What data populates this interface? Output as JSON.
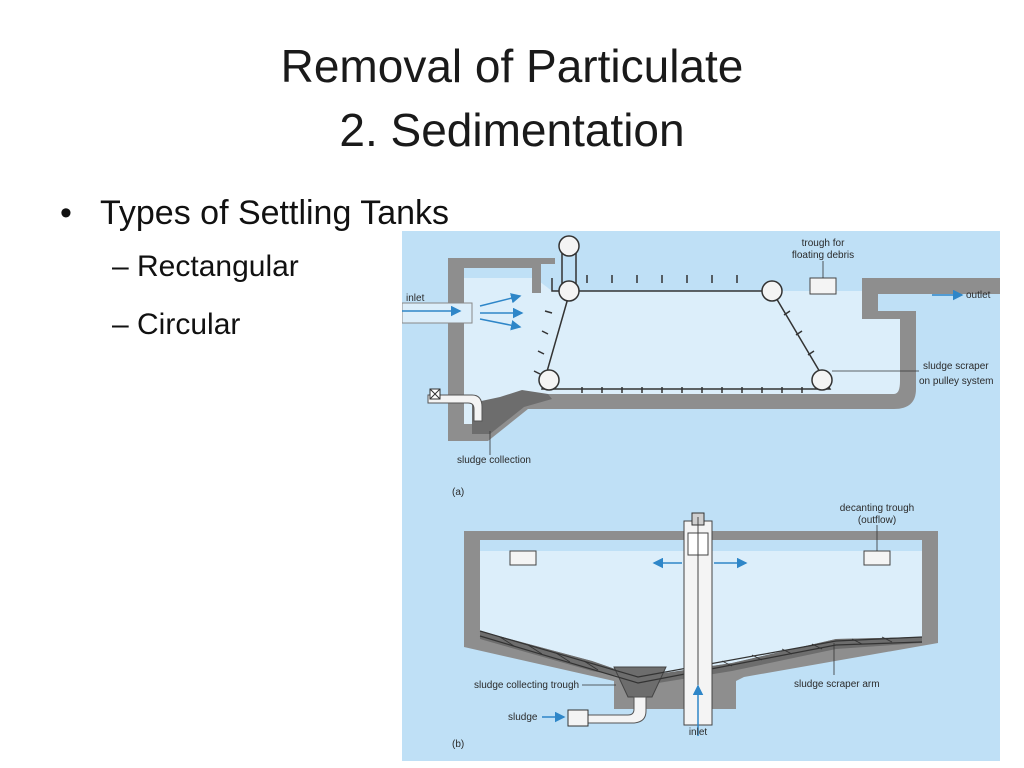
{
  "slide": {
    "title_line1": "Removal of Particulate",
    "title_line2": "2. Sedimentation",
    "bullet_main": "Types of Settling Tanks",
    "bullet_dot": "•",
    "sub1": "– Rectangular",
    "sub2": "–  Circular"
  },
  "figure": {
    "a": {
      "panel_label": "(a)",
      "trough_label_1": "trough for",
      "trough_label_2": "floating debris",
      "inlet_label": "inlet",
      "outlet_label": "outlet",
      "scraper_label_1": "sludge scraper",
      "scraper_label_2": "on pulley system",
      "sludge_collection_label": "sludge collection"
    },
    "b": {
      "panel_label": "(b)",
      "decanting_label_1": "decanting trough",
      "decanting_label_2": "(outflow)",
      "sludge_trough_label": "sludge collecting trough",
      "scraper_arm_label": "sludge scraper arm",
      "sludge_label": "sludge",
      "inlet_label": "inlet"
    },
    "colors": {
      "background": "#bfe0f6",
      "water": "#dceefa",
      "wall": "#8e8e8e",
      "sludge": "#6d6d6d",
      "arrow": "#2e86c8"
    }
  }
}
